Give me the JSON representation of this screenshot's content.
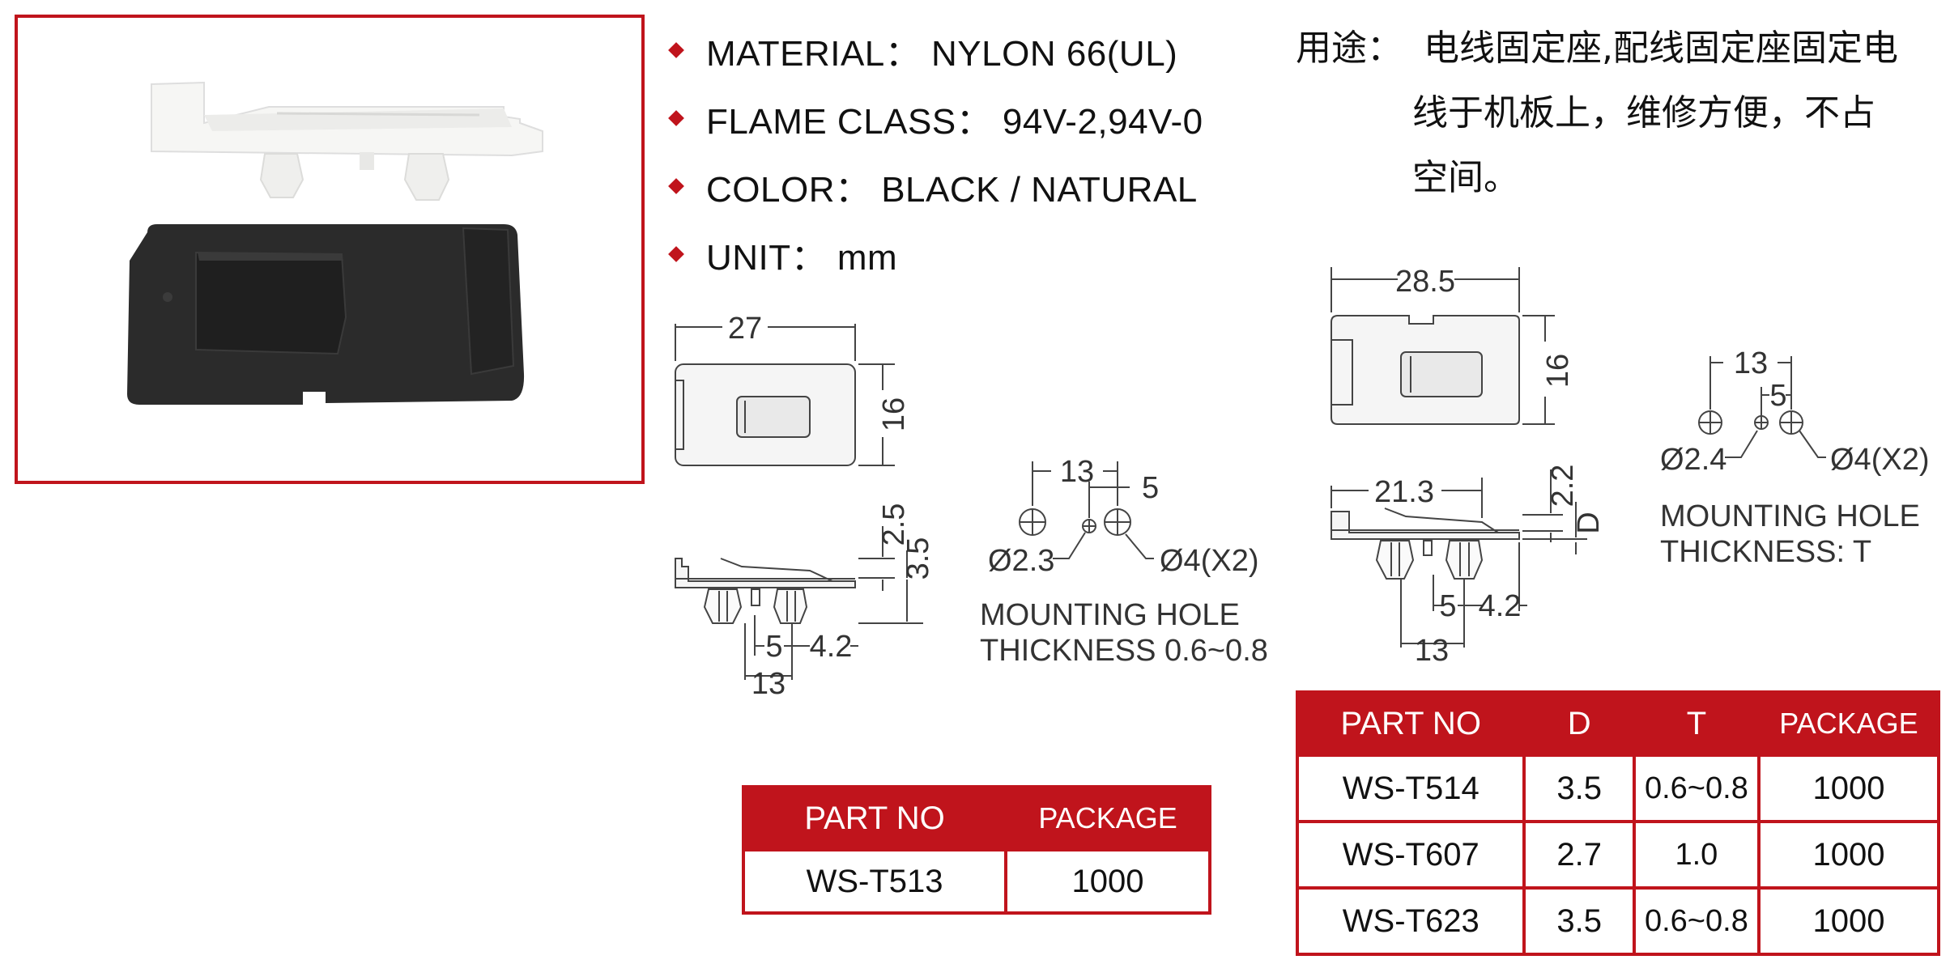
{
  "specs": [
    {
      "label": "MATERIAL： NYLON 66(UL)"
    },
    {
      "label": "FLAME CLASS： 94V-2,94V-0"
    },
    {
      "label": "COLOR： BLACK / NATURAL"
    },
    {
      "label": "UNIT： mm"
    }
  ],
  "usage": {
    "label": "用途：",
    "line1": "电线固定座,配线固定座固定电",
    "line2": "线于机板上，维修方便，不占",
    "line3": "空间。"
  },
  "left_drawing": {
    "width": "27",
    "height": "16",
    "dim_25": "2.5",
    "dim_35": "3.5",
    "dim_5": "5",
    "dim_42": "4.2",
    "dim_13": "13",
    "hole_13": "13",
    "hole_5": "5",
    "hole_small": "Ø2.3",
    "hole_big": "Ø4(X2)",
    "note1": "MOUNTING  HOLE",
    "note2": "THICKNESS  0.6~0.8"
  },
  "right_drawing": {
    "width": "28.5",
    "height": "16",
    "dim_213": "21.3",
    "dim_22": "2.2",
    "dim_d": "D",
    "dim_5": "5",
    "dim_42": "4.2",
    "dim_13": "13",
    "hole_13": "13",
    "hole_5": "5",
    "hole_small": "Ø2.4",
    "hole_big": "Ø4(X2)",
    "note1": "MOUNTING  HOLE",
    "note2": "THICKNESS: T"
  },
  "table1": {
    "headers": [
      "PART NO",
      "PACKAGE"
    ],
    "rows": [
      [
        "WS-T513",
        "1000"
      ]
    ]
  },
  "table2": {
    "headers": [
      "PART NO",
      "D",
      "T",
      "PACKAGE"
    ],
    "rows": [
      [
        "WS-T514",
        "3.5",
        "0.6~0.8",
        "1000"
      ],
      [
        "WS-T607",
        "2.7",
        "1.0",
        "1000"
      ],
      [
        "WS-T623",
        "3.5",
        "0.6~0.8",
        "1000"
      ]
    ]
  },
  "colors": {
    "accent": "#c0141c",
    "line": "#444444",
    "part_black": "#2a2a2a",
    "part_natural": "#f4f4f2"
  }
}
